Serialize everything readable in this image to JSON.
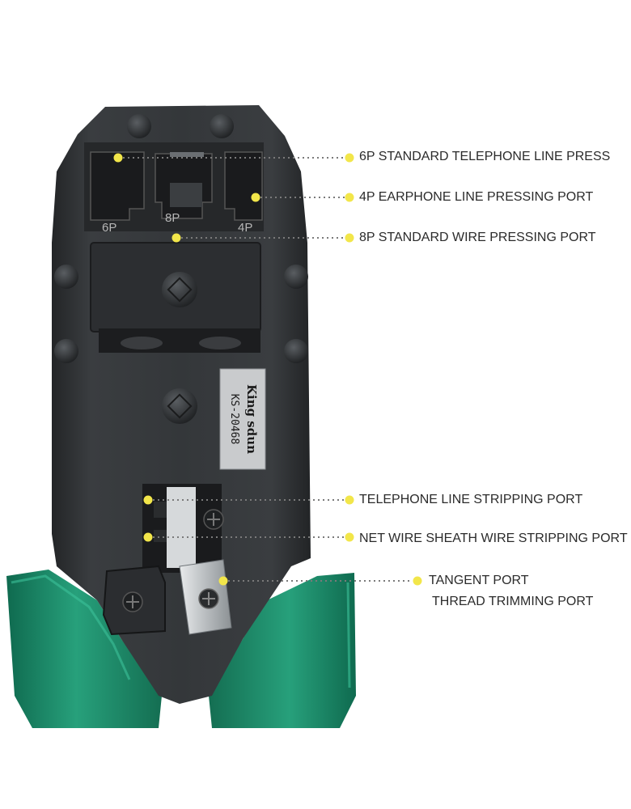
{
  "tool": {
    "stamp_brand": "King sdun",
    "stamp_model": "KS-20468",
    "port_labels": [
      "6P",
      "8P",
      "4P"
    ]
  },
  "callouts": [
    {
      "id": "6p",
      "lines": [
        "6P STANDARD TELEPHONE LINE PRESS"
      ]
    },
    {
      "id": "4p",
      "lines": [
        "4P EARPHONE LINE PRESSING PORT"
      ]
    },
    {
      "id": "8p",
      "lines": [
        "8P STANDARD WIRE PRESSING PORT"
      ]
    },
    {
      "id": "tel-strip",
      "lines": [
        "TELEPHONE LINE STRIPPING PORT"
      ]
    },
    {
      "id": "net-strip",
      "lines": [
        "NET WIRE SHEATH WIRE STRIPPING PORT"
      ]
    },
    {
      "id": "tangent",
      "lines": [
        "TANGENT PORT",
        "THREAD TRIMMING PORT"
      ]
    }
  ],
  "colors": {
    "dot": "#f2e64a",
    "leader": "#7a7a7a",
    "body_dark": "#2f3133",
    "handle_green": "#1f8a68",
    "blade_silver": "#c9ccce"
  }
}
